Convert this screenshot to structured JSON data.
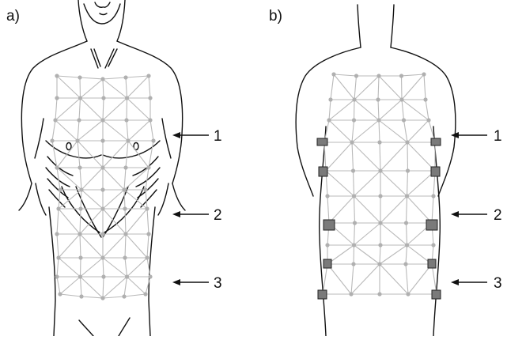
{
  "panels": [
    {
      "id": "a",
      "label": "a)"
    },
    {
      "id": "b",
      "label": "b)"
    }
  ],
  "markers": [
    "1",
    "2",
    "3"
  ],
  "colors": {
    "outline": "#111111",
    "mesh": "#b9b9b9",
    "node": "#b0b0b0",
    "electrode_fill": "#7a7a7a",
    "electrode_stroke": "#222222"
  }
}
